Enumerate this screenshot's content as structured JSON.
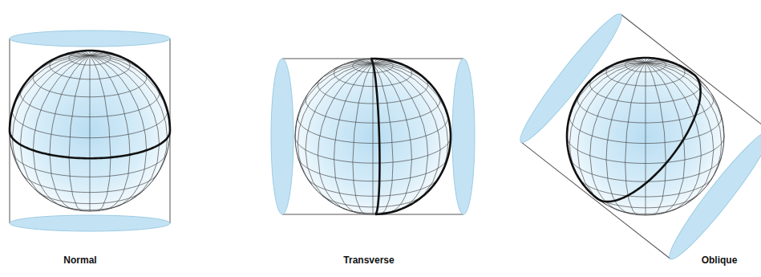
{
  "diagram": {
    "labels": [
      "Normal",
      "Transverse",
      "Oblique"
    ]
  }
}
